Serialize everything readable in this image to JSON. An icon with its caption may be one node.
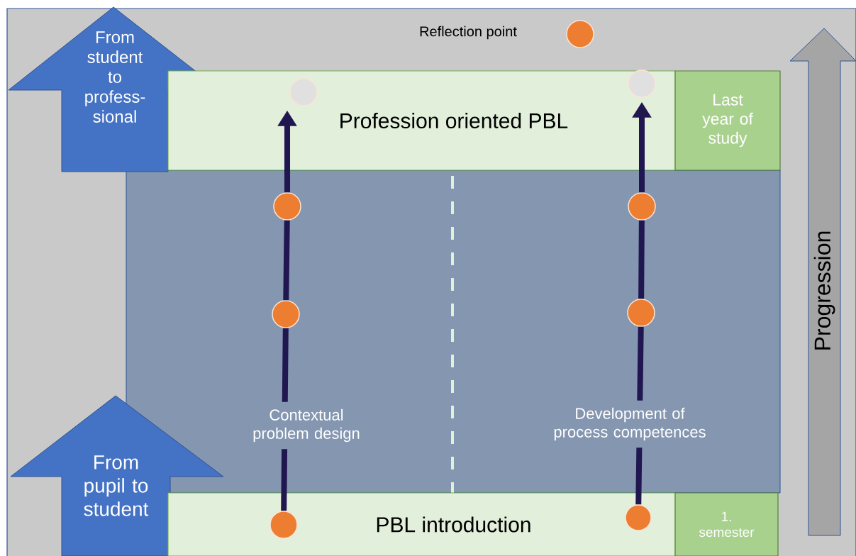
{
  "diagram": {
    "nodes": [
      {
        "text": [
          "From student to profess- sional"
        ]
      },
      {
        "text": [
          "Profession oriented PBL"
        ]
      },
      {
        "text": [],
        "shape": "circle",
        "in": 1
      },
      {
        "text": [],
        "shape": "circle",
        "in": 1
      },
      {
        "text": [
          "Last year of study"
        ]
      },
      {
        "text": [
          "Progression"
        ]
      },
      {
        "text": [],
        "shape": "box"
      },
      {
        "text": [],
        "shape": "circle",
        "in": 6
      },
      {
        "text": [],
        "shape": "circle",
        "in": 6
      },
      {
        "text": [],
        "shape": "circle",
        "in": 6
      },
      {
        "text": [],
        "shape": "circle",
        "in": 6
      },
      {
        "text": [
          "From pupil to student"
        ]
      },
      {
        "text": [
          "PBL introduction"
        ]
      },
      {
        "text": [],
        "shape": "circle",
        "in": 12
      },
      {
        "text": [],
        "shape": "circle",
        "in": 12
      },
      {
        "text": [
          "1. semester"
        ]
      }
    ],
    "edges": [
      {
        "from": 13,
        "to": 9,
        "arrow": "none",
        "label": "Contextual problem design"
      },
      {
        "from": 9,
        "to": 7,
        "arrow": "none"
      },
      {
        "from": 7,
        "to": 2,
        "arrow": "to"
      },
      {
        "from": 14,
        "to": 10,
        "arrow": "none",
        "label": "Development of process competences"
      },
      {
        "from": 10,
        "to": 8,
        "arrow": "none"
      },
      {
        "from": 8,
        "to": 3,
        "arrow": "to"
      }
    ],
    "legend": [
      {
        "text": "Reflection point",
        "color": "#ed7d31"
      }
    ]
  }
}
